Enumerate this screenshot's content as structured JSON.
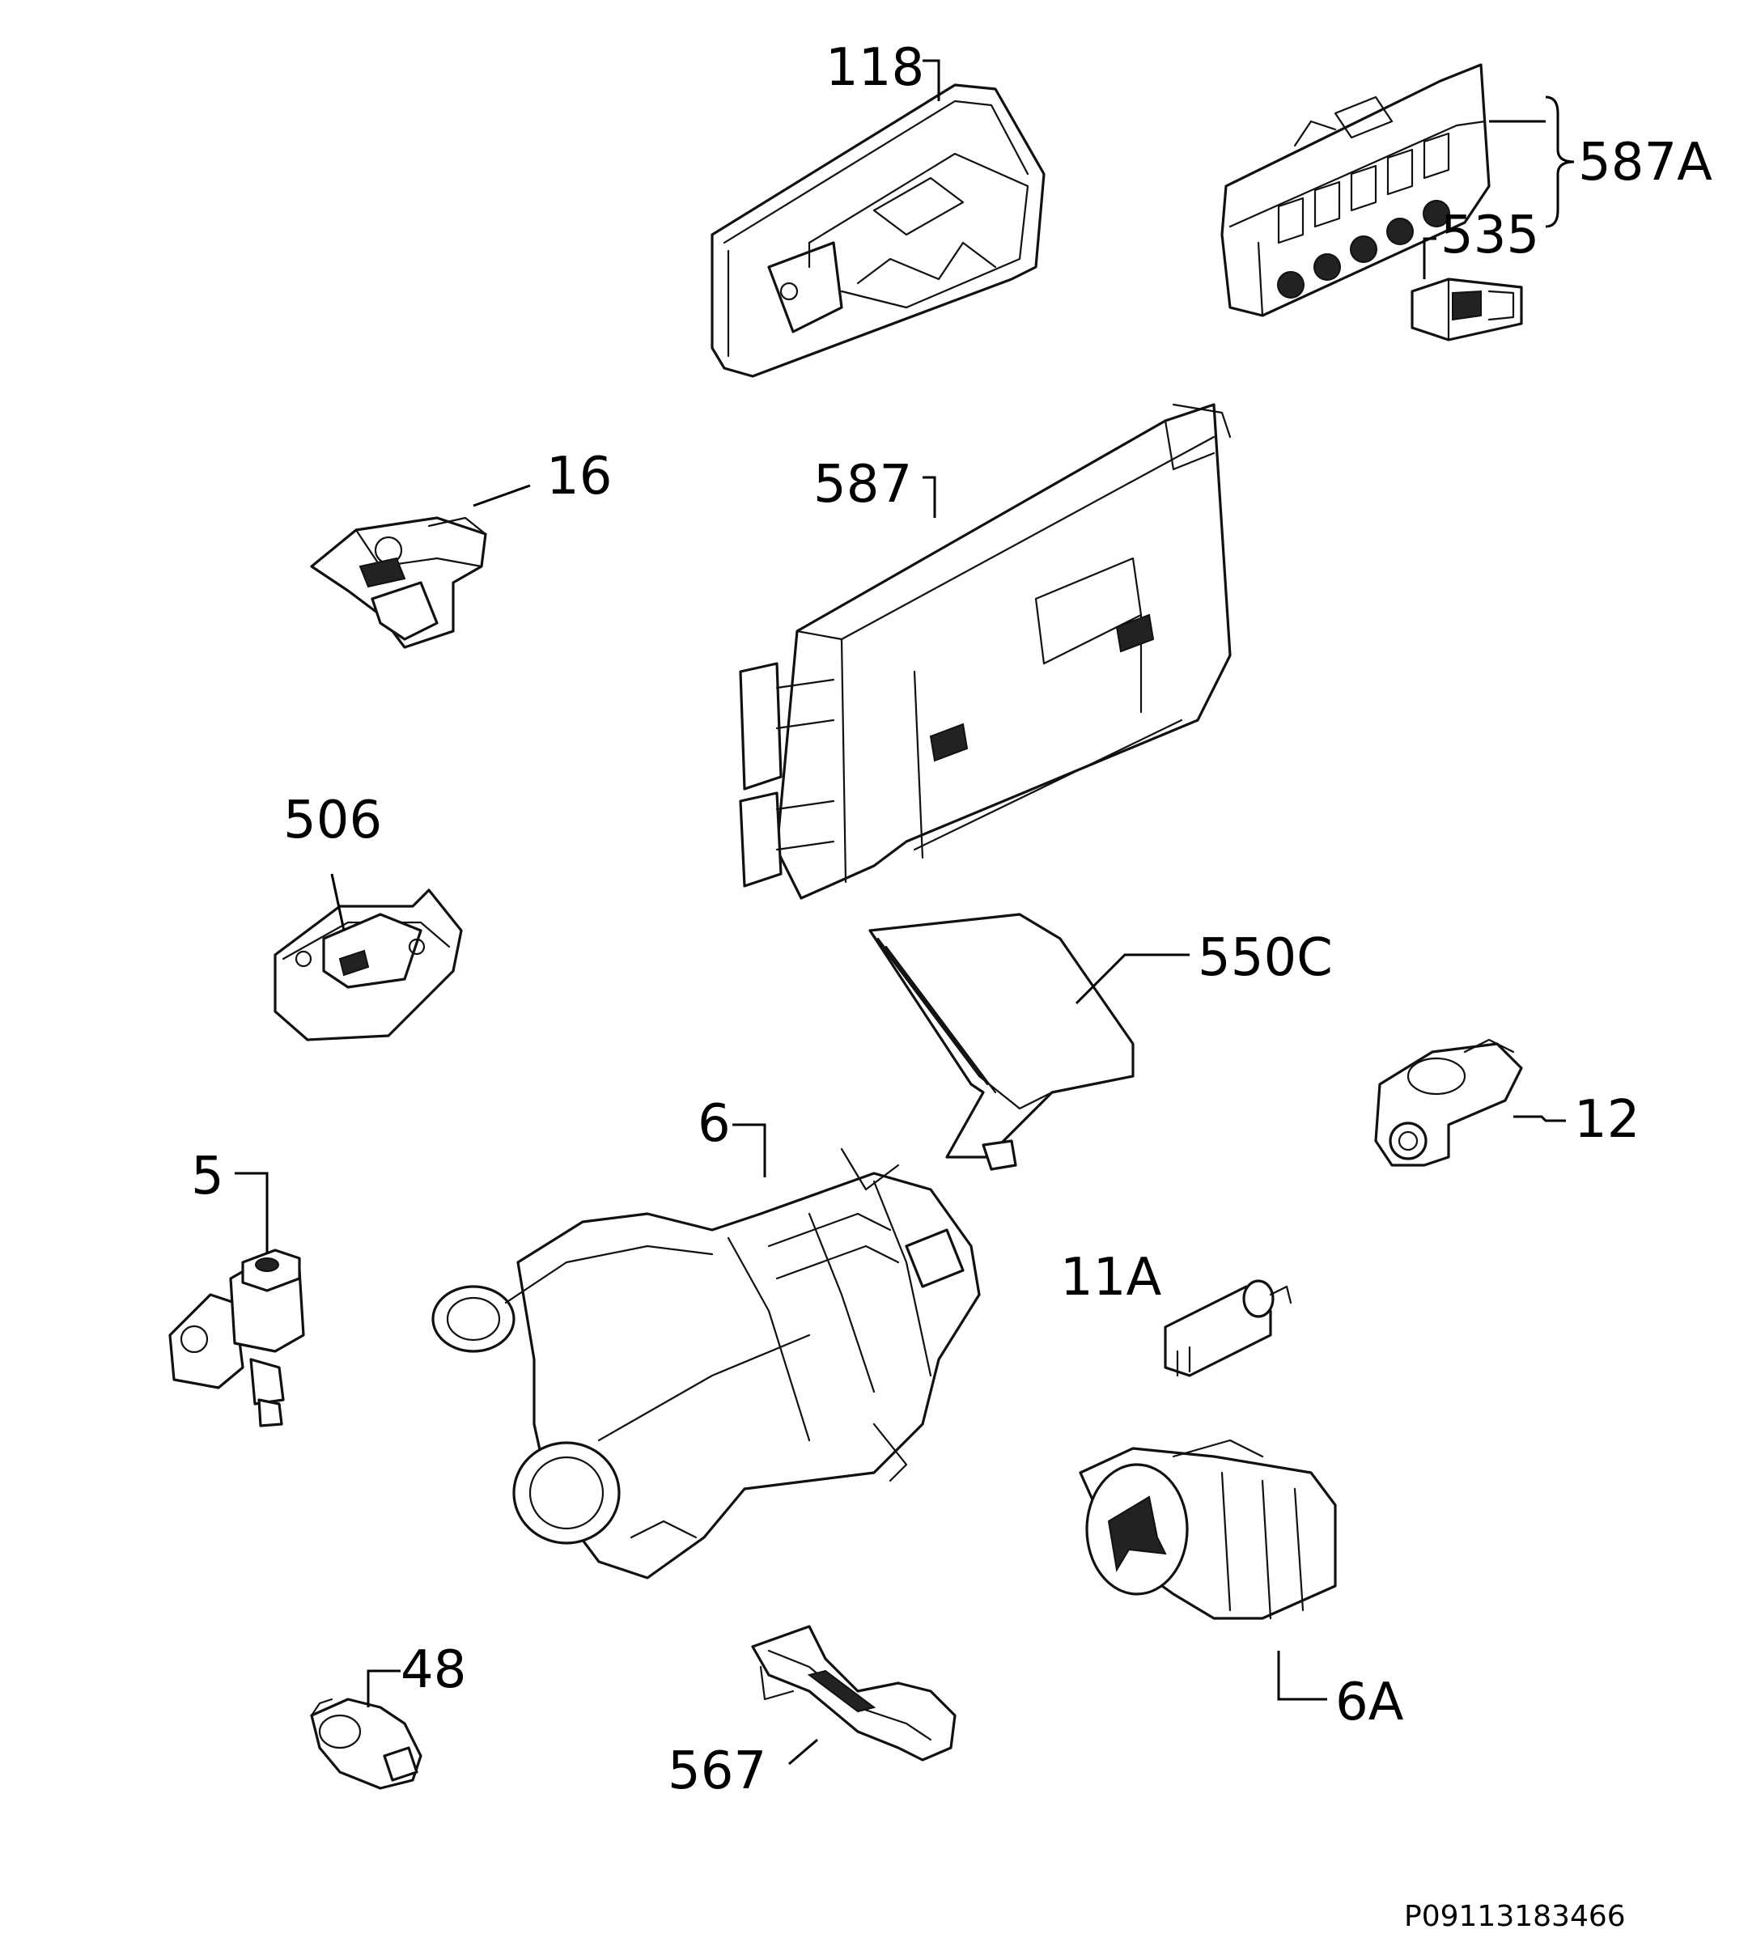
{
  "labels": {
    "p118": "118",
    "p587a": "587A",
    "p535": "535",
    "p16": "16",
    "p587": "587",
    "p506": "506",
    "p550c": "550C",
    "p12": "12",
    "p6": "6",
    "p5": "5",
    "p11a": "11A",
    "p48": "48",
    "p567": "567",
    "p6a": "6A"
  },
  "diagram_id": "P09113183466"
}
